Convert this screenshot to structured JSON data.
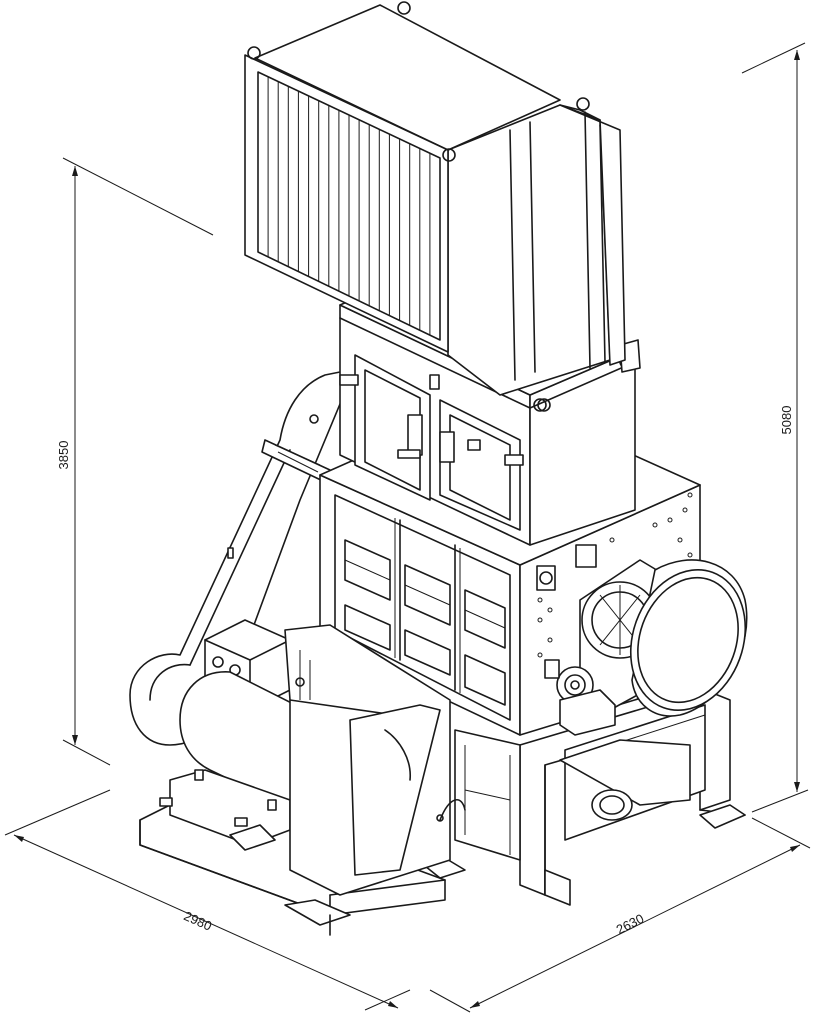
{
  "dimensions": {
    "overall_height": "5080",
    "frame_height": "3850",
    "width_left": "2980",
    "width_right": "2630"
  },
  "colors": {
    "line": "#1a1a1a",
    "background": "#ffffff"
  }
}
